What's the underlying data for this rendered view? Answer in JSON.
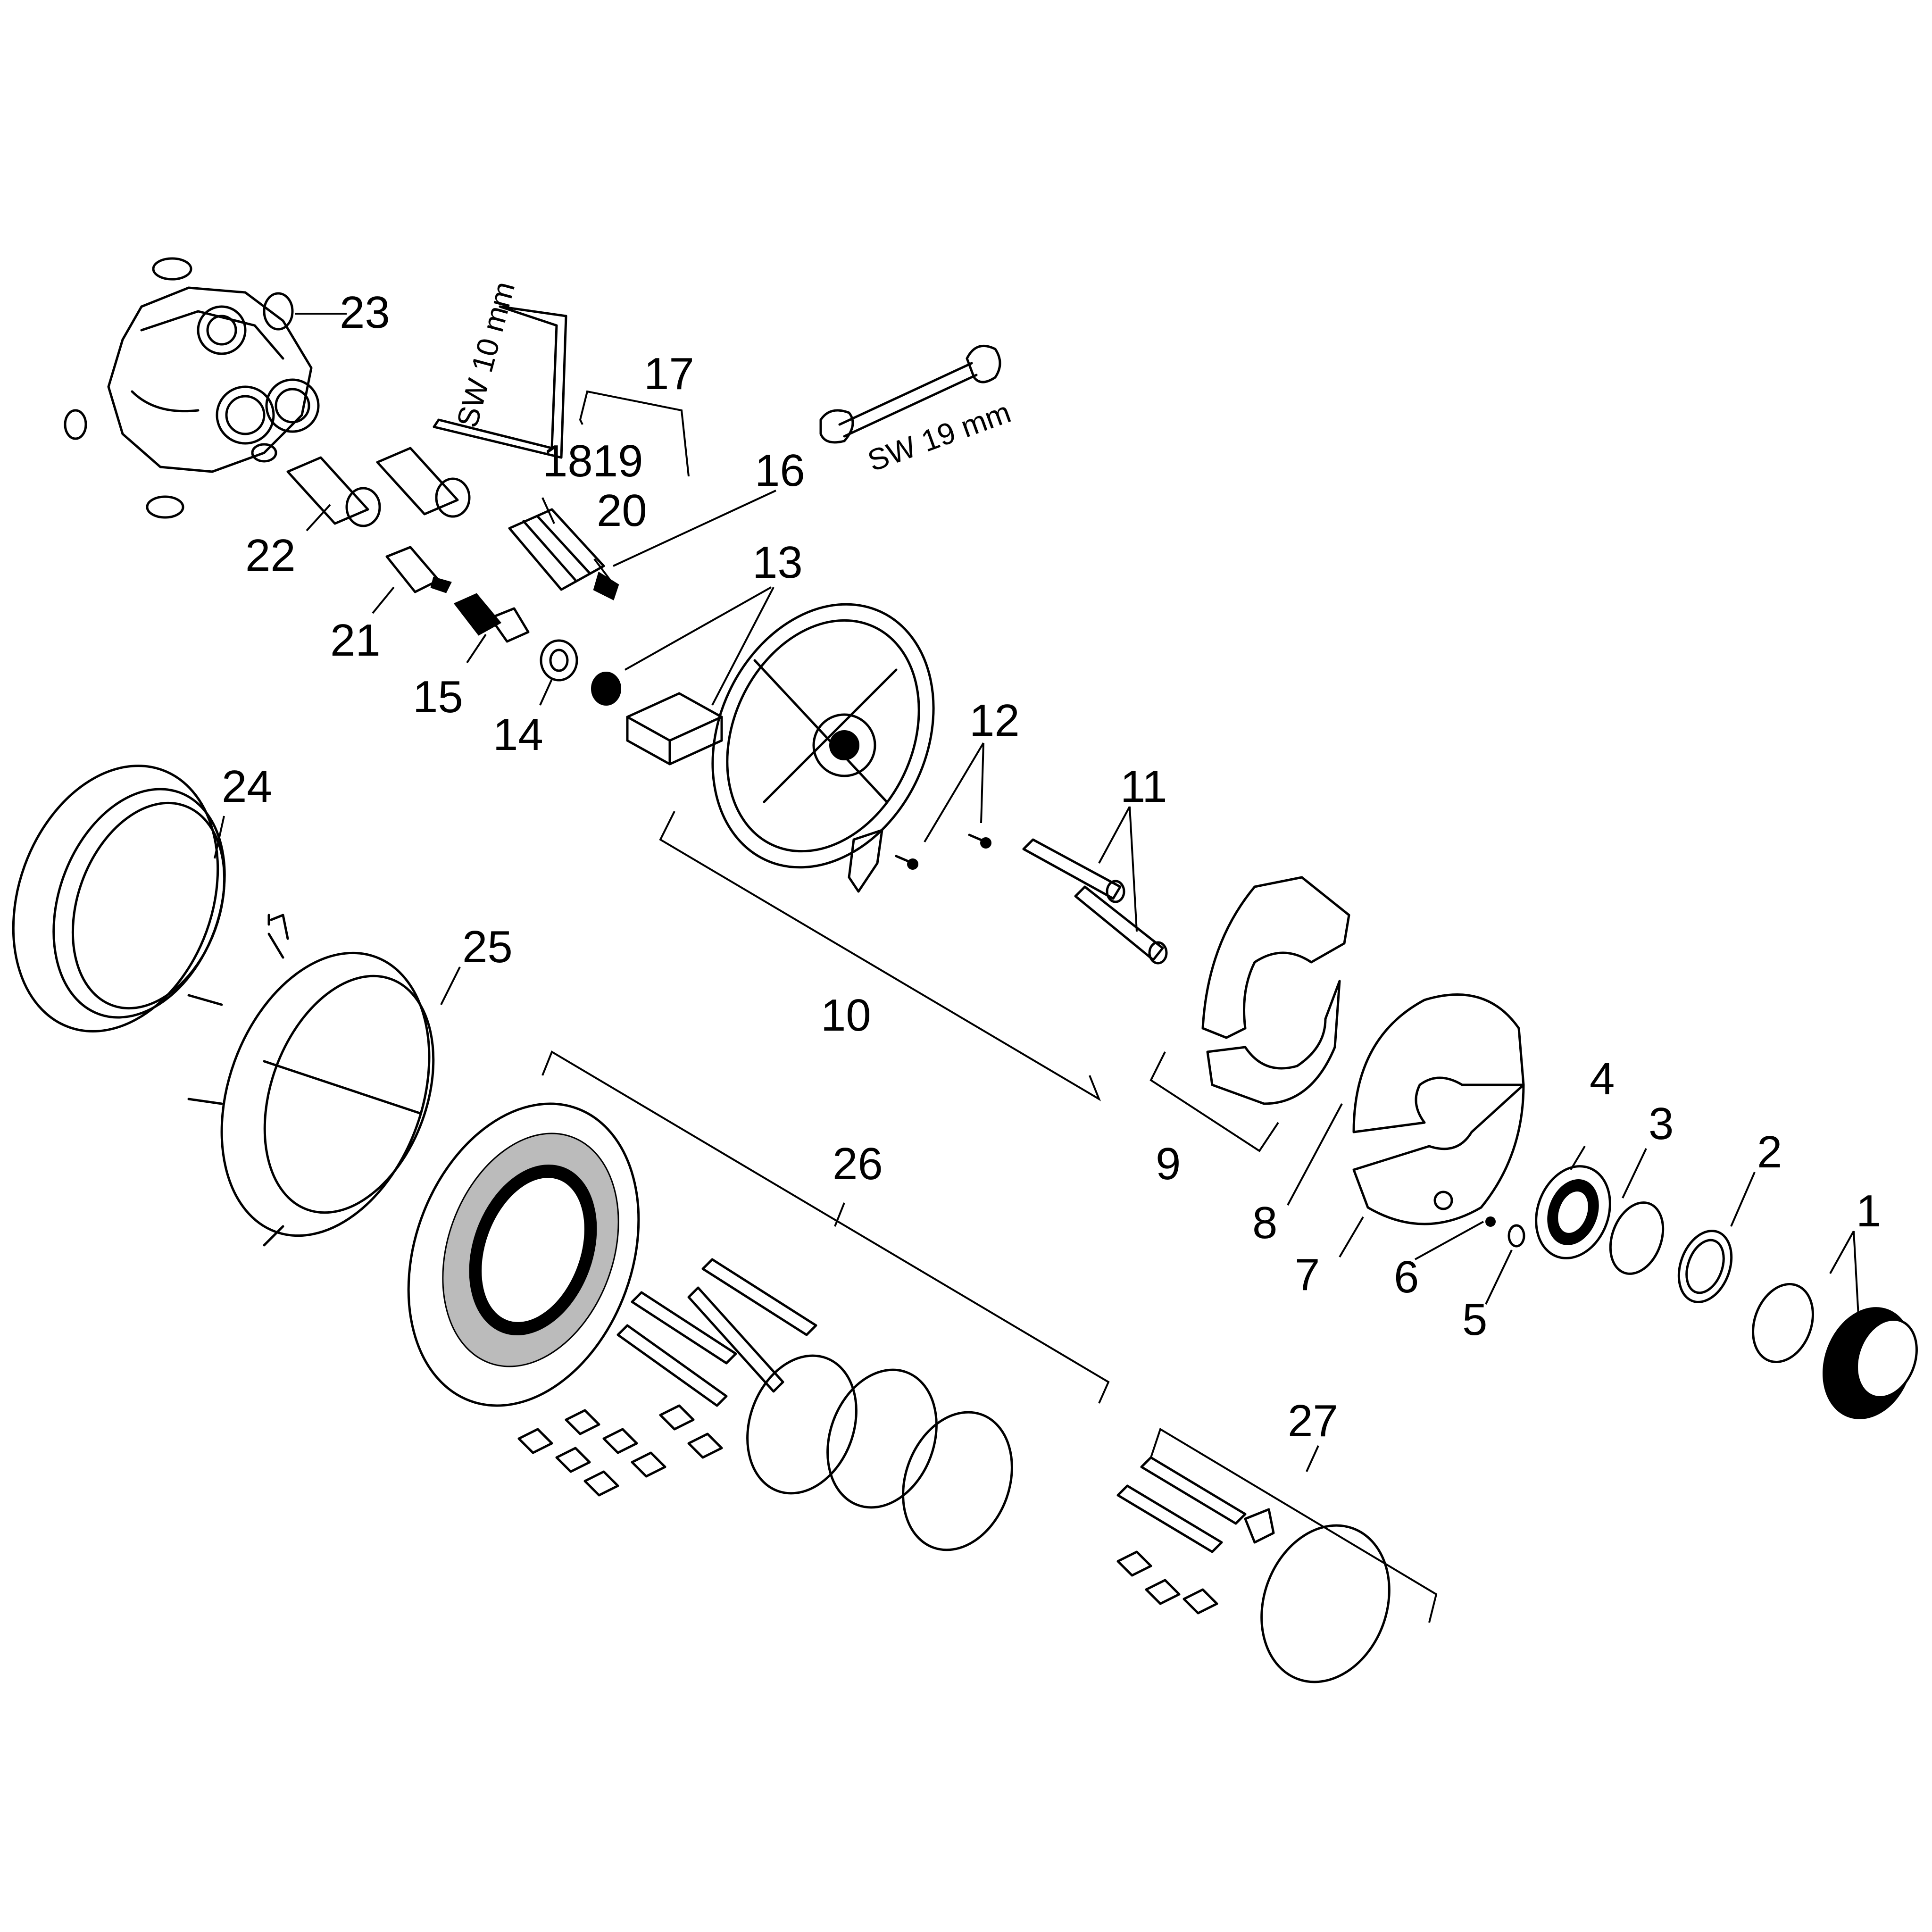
{
  "diagram": {
    "callouts": {
      "c1": "1",
      "c2": "2",
      "c3": "3",
      "c4": "4",
      "c5": "5",
      "c6": "6",
      "c7": "7",
      "c8": "8",
      "c9": "9",
      "c10": "10",
      "c11": "11",
      "c12": "12",
      "c13": "13",
      "c14": "14",
      "c15": "15",
      "c16": "16",
      "c17": "17",
      "c1819": "1819",
      "c20": "20",
      "c21": "21",
      "c22": "22",
      "c23": "23",
      "c24": "24",
      "c25": "25",
      "c26": "26",
      "c27": "27"
    },
    "tools": {
      "hex_key": "SW 10 mm",
      "wrench": "SW 19 mm"
    }
  }
}
